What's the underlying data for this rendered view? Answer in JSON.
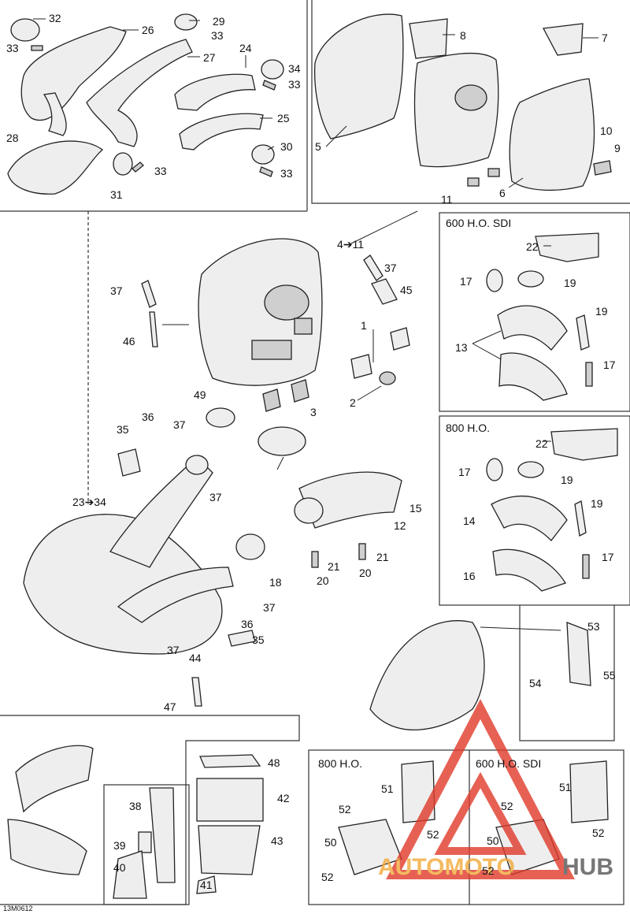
{
  "sections": {
    "s600": "600 H.O. SDI",
    "s800": "800 H.O.",
    "s800b": "800 H.O.",
    "s600b": "600 H.O. SDI"
  },
  "labels": {
    "l32": "32",
    "l33a": "33",
    "l26": "26",
    "l29": "29",
    "l33b": "33",
    "l27": "27",
    "l24": "24",
    "l34": "34",
    "l33c": "33",
    "l25": "25",
    "l28": "28",
    "l30": "30",
    "l33d": "33",
    "l33e": "33",
    "l31": "31",
    "l8": "8",
    "l7": "7",
    "l5": "5",
    "l10": "10",
    "l9": "9",
    "l11": "11",
    "l6": "6",
    "l4to11": "4➔11",
    "l37a": "37",
    "l45": "45",
    "l37b": "37",
    "l1": "1",
    "l46": "46",
    "l2": "2",
    "l49": "49",
    "l3": "3",
    "l36a": "36",
    "l37c": "37",
    "l35a": "35",
    "l23to34": "23➔34",
    "l37d": "37",
    "l15": "15",
    "l12": "12",
    "l21a": "21",
    "l21b": "21",
    "l20a": "20",
    "l20b": "20",
    "l18": "18",
    "l37e": "37",
    "l36b": "36",
    "l35b": "35",
    "l37f": "37",
    "l44": "44",
    "l47": "47",
    "l22a": "22",
    "l17a": "17",
    "l19a": "19",
    "l19b": "19",
    "l13": "13",
    "l17b": "17",
    "l22b": "22",
    "l17c": "17",
    "l19c": "19",
    "l19d": "19",
    "l14": "14",
    "l17d": "17",
    "l16": "16",
    "l53": "53",
    "l54": "54",
    "l55": "55",
    "l48": "48",
    "l38": "38",
    "l42": "42",
    "l39": "39",
    "l43": "43",
    "l40": "40",
    "l41": "41",
    "l51a": "51",
    "l52a": "52",
    "l52b": "52",
    "l50a": "50",
    "l52c": "52",
    "l51b": "51",
    "l52d": "52",
    "l50b": "50",
    "l52e": "52",
    "l52f": "52"
  },
  "watermark": "AUTOMOTOHUB",
  "figure_code": "13M0612",
  "colors": {
    "watermark_red": "#e03a2a",
    "watermark_orange": "#f2a93b",
    "watermark_gray": "#555555"
  }
}
